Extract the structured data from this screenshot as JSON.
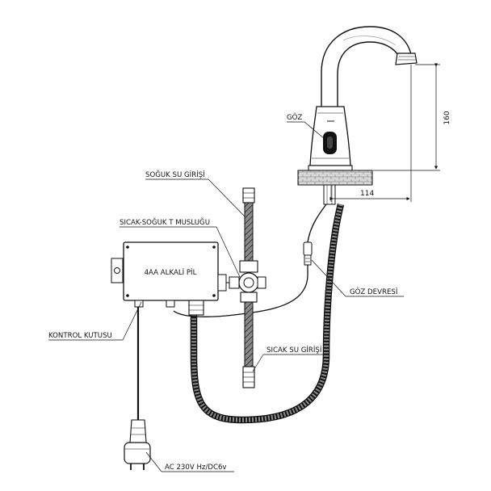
{
  "labels": {
    "sensor_eye": "GÖZ",
    "cold_inlet": "SOĞUK SU GİRİŞİ",
    "hot_cold_t_valve": "SICAK-SOĞUK T MUSLUĞU",
    "battery_box": "4AA ALKALİ PİL",
    "control_box": "KONTROL KUTUSU",
    "sensor_circuit": "GÖZ DEVRESİ",
    "hot_inlet": "SICAK SU GİRİŞİ",
    "power": "AC 230V Hz/DC6v"
  },
  "dimensions": {
    "height": "160",
    "reach": "114"
  },
  "colors": {
    "line": "#111111",
    "hose": "#555555",
    "counter": "#cfcfcf"
  }
}
